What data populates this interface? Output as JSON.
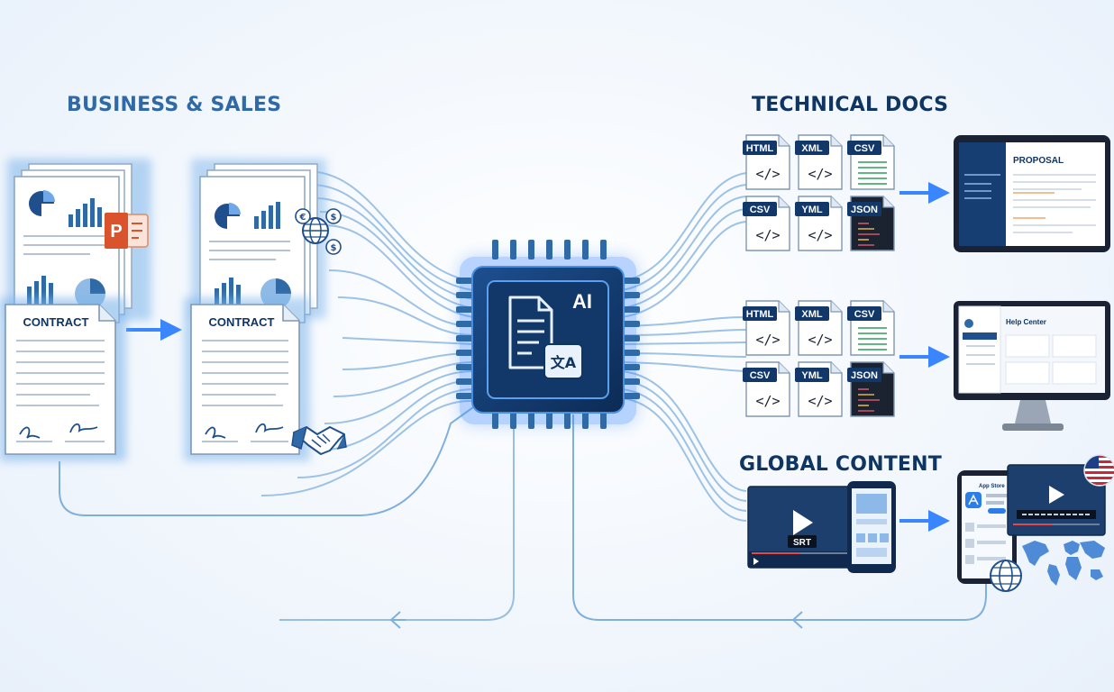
{
  "colors": {
    "navy": "#0f3563",
    "accent_blue": "#2f6aa6",
    "bright_blue": "#3a86ff",
    "line_blue": "#7fb0dc",
    "powerpoint_orange": "#d9532c",
    "csv_green": "#2e9e5b"
  },
  "sections": {
    "business": "BUSINESS & SALES",
    "technical": "TECHNICAL DOCS",
    "global": "GLOBAL CONTENT"
  },
  "business": {
    "contract_left": "CONTRACT",
    "contract_right": "CONTRACT",
    "powerpoint_glyph": "P",
    "currency_glyphs": [
      "€",
      "$",
      "$"
    ]
  },
  "chip": {
    "ai_label": "AI",
    "translate_glyph": "文A"
  },
  "tech_rows": [
    {
      "tiles": [
        "HTML",
        "XML",
        "CSV",
        "CSV",
        "YML",
        "JSON"
      ]
    },
    {
      "tiles": [
        "HTML",
        "XML",
        "CSV",
        "CSV",
        "YML",
        "JSON"
      ]
    }
  ],
  "outputs": {
    "proposal_title": "PROPOSAL",
    "help_center_title": "Help Center",
    "app_store_title": "App Store"
  },
  "global": {
    "subtitle_badge": "SRT"
  },
  "icons": [
    "powerpoint-icon",
    "currency-globe-icon",
    "handshake-icon",
    "play-icon",
    "code-icon",
    "globe-icon",
    "us-flag-icon",
    "world-map-icon",
    "app-store-icon",
    "translate-icon"
  ]
}
